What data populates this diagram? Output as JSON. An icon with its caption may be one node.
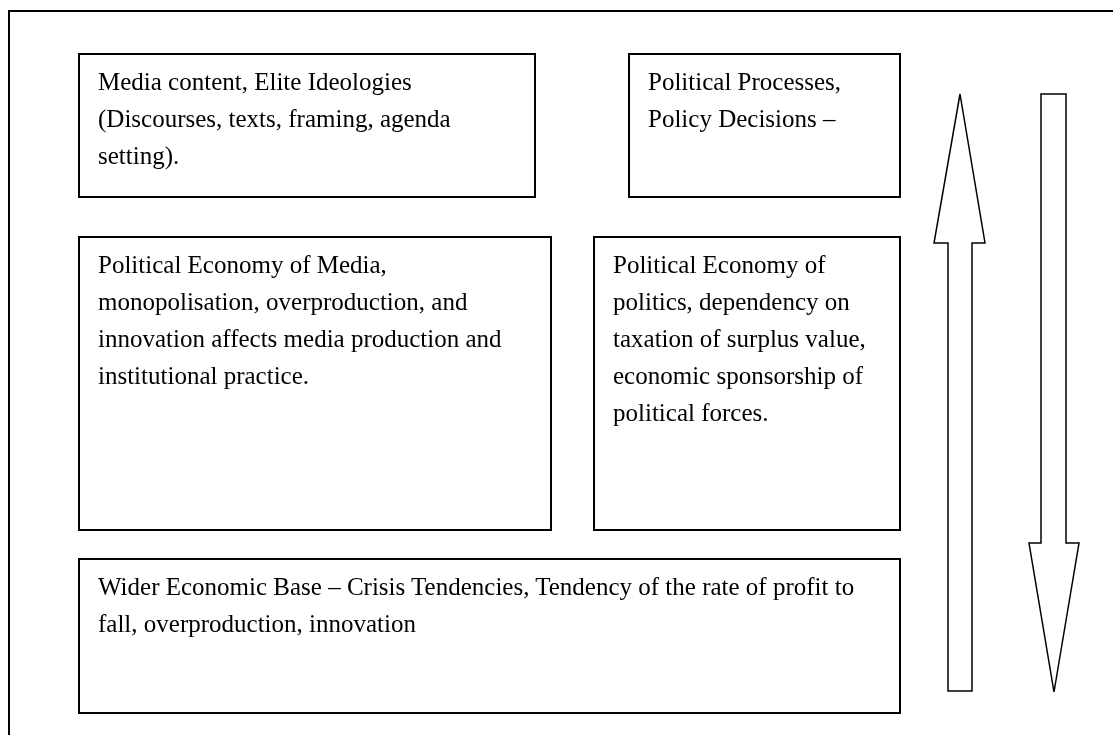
{
  "diagram": {
    "nodes": [
      {
        "text": [
          "Media content, Elite Ideologies (Discourses, texts, framing, agenda setting)."
        ]
      },
      {
        "text": [
          "Political Processes, Policy Decisions –"
        ]
      },
      {
        "text": [
          "Political Economy of Media, monopolisation, overproduction, and innovation affects media production and institutional practice."
        ]
      },
      {
        "text": [
          "Political Economy of politics, dependency on taxation of surplus value, economic sponsorship of political forces."
        ]
      },
      {
        "text": [
          "Wider Economic Base – Crisis Tendencies, Tendency of the rate of profit to fall, overproduction, innovation"
        ]
      }
    ]
  }
}
